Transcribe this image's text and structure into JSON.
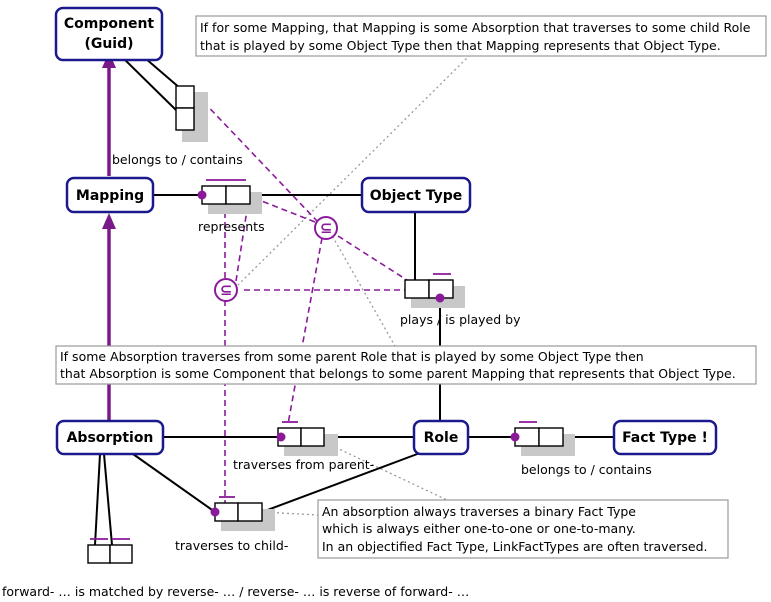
{
  "entities": {
    "component_line1": "Component",
    "component_line2": "(Guid)",
    "mapping": "Mapping",
    "object_type": "Object Type",
    "absorption": "Absorption",
    "role": "Role",
    "fact_type": "Fact Type !"
  },
  "readings": {
    "belongs_to_contains_1": "belongs to / contains",
    "represents": "represents",
    "plays": "plays / is played by",
    "traverses_from_parent": "traverses from parent-",
    "traverses_to_child": "traverses to child-",
    "belongs_to_contains_2": "belongs to / contains",
    "forward_reverse": "forward- … is matched by reverse- … / reverse- … is reverse of forward- …"
  },
  "notes": {
    "note1": [
      "If for some Mapping, that Mapping is some Absorption that traverses to some child Role",
      "that is played by some Object Type then that Mapping represents that Object Type."
    ],
    "note2": [
      "If some Absorption traverses from some parent Role that is played by some Object Type then",
      "that Absorption is some Component that belongs to some parent Mapping that represents that Object Type."
    ],
    "note3": [
      "An absorption always traverses a binary Fact Type",
      "which is always either one-to-one or one-to-many.",
      "In an objectified Fact Type, LinkFactTypes are often traversed."
    ]
  },
  "colors": {
    "entity_border": "#1a1a8c",
    "constraint": "#8a1a9a",
    "note_border": "#999999"
  }
}
